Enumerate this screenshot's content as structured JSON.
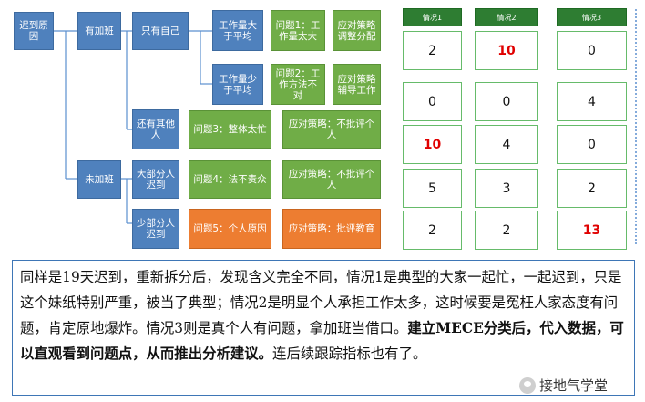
{
  "tree": {
    "root": "迟到原因",
    "overtime": "有加班",
    "no_overtime": "未加班",
    "only_self": "只有自己",
    "others_too": "还有其他人",
    "most_late": "大部分人迟到",
    "few_late": "少部分人迟到",
    "above_avg": "工作量大于平均",
    "below_avg": "工作量少于平均",
    "problem1": "问题1：工作量太大",
    "problem2": "问题2：工作方法不对",
    "problem3": "问题3：整体太忙",
    "problem4": "问题4：法不责众",
    "problem5": "问题5：个人原因",
    "strategy1": "应对策略调整分配",
    "strategy2": "应对策略辅导工作",
    "strategy3": "应对策略：不批评个人",
    "strategy4": "应对策略：不批评个人",
    "strategy5": "应对策略：批评教育"
  },
  "table": {
    "headers": [
      "情况1",
      "情况2",
      "情况3"
    ],
    "rows": [
      [
        "2",
        "10",
        "0"
      ],
      [
        "0",
        "0",
        "4"
      ],
      [
        "10",
        "4",
        "0"
      ],
      [
        "5",
        "3",
        "2"
      ],
      [
        "2",
        "2",
        "13"
      ]
    ],
    "highlight_color": "#e00000"
  },
  "caption": {
    "part1": "同样是19天迟到，重新拆分后，发现含义完全不同，情况1是典型的大家一起忙，一起迟到，只是这个妹纸特别严重，被当了典型；情况2是明显个人承担工作太多，这时候要是冤枉人家态度有问题，肯定原地爆炸。情况3则是真个人有问题，拿加班当借口。",
    "bold": "建立MECE分类后，代入数据，可以直观看到问题点，从而推出分析建议。",
    "part2": "连后续跟踪指标也有了。"
  },
  "watermark": "接地气学堂"
}
